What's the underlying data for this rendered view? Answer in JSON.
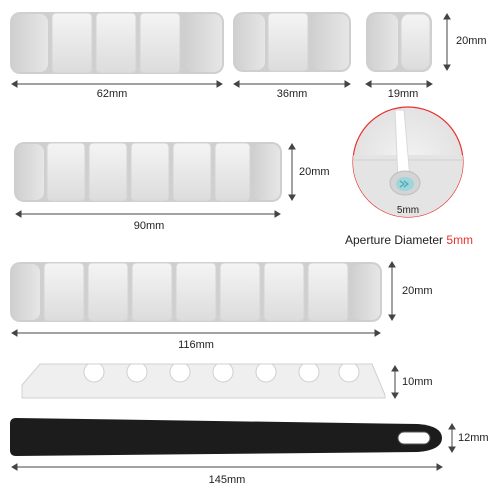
{
  "dimensions": {
    "d62": "62mm",
    "d36": "36mm",
    "d19": "19mm",
    "h20a": "20mm",
    "d90": "90mm",
    "h20b": "20mm",
    "d116": "116mm",
    "h20c": "20mm",
    "h10": "10mm",
    "h12": "12mm",
    "d145": "145mm"
  },
  "aperture": {
    "inset_label": "5mm",
    "caption": "Aperture Diameter",
    "value": "5mm"
  },
  "colors": {
    "organizer": "#e9e9e9",
    "accent": "#e8322f",
    "strap": "#1c1c1c"
  }
}
